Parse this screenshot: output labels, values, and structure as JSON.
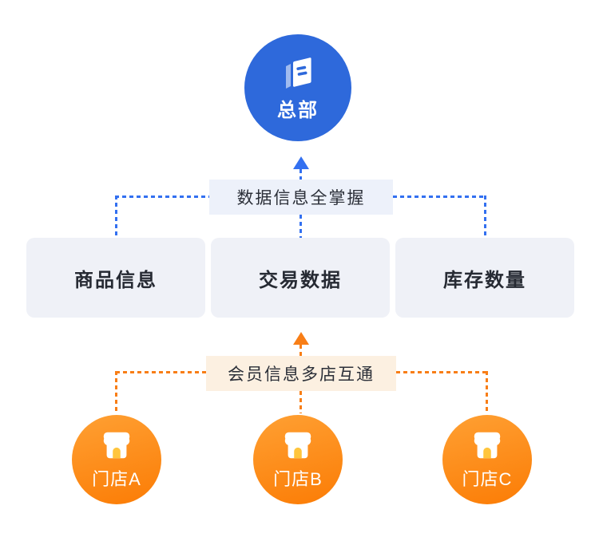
{
  "diagram": {
    "headquarters": {
      "label": "总部",
      "icon": "document-icon"
    },
    "top_caption": "数据信息全掌握",
    "data_boxes": [
      {
        "label": "商品信息"
      },
      {
        "label": "交易数据"
      },
      {
        "label": "库存数量"
      }
    ],
    "bottom_caption": "会员信息多店互通",
    "stores": [
      {
        "label": "门店A",
        "icon": "storefront-icon"
      },
      {
        "label": "门店B",
        "icon": "storefront-icon"
      },
      {
        "label": "门店C",
        "icon": "storefront-icon"
      }
    ]
  },
  "colors": {
    "hq_blue": "#2E69DB",
    "blue_connector": "#3370F0",
    "top_caption_bg": "#EDF1FA",
    "bottom_caption_bg": "#FCF0E1",
    "box_bg": "#EFF1F7",
    "box_text": "#262A33",
    "caption_text": "#2B2F38",
    "orange_connector": "#F87E16",
    "store_gradient_start": "#FFA033",
    "store_gradient_end": "#FB7C05",
    "store_door": "#FFC53D"
  }
}
